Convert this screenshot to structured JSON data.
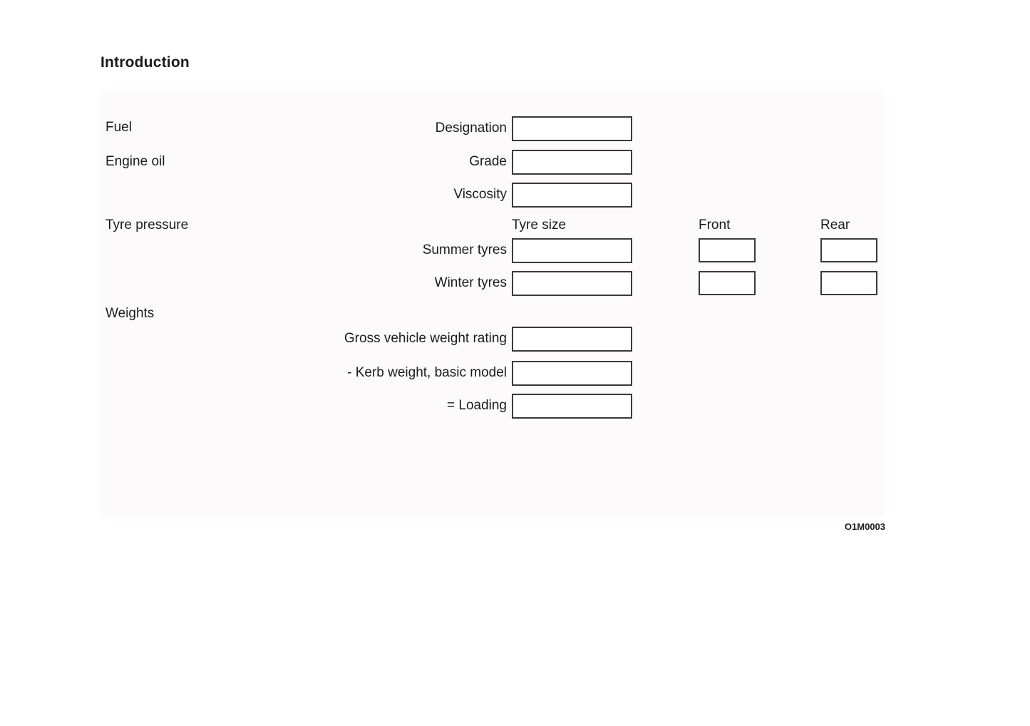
{
  "title": "Introduction",
  "figure_code": "O1M0003",
  "sections": {
    "fuel": "Fuel",
    "engine_oil": "Engine oil",
    "tyre_pressure": "Tyre pressure",
    "weights": "Weights"
  },
  "headers": {
    "tyre_size": "Tyre size",
    "front": "Front",
    "rear": "Rear"
  },
  "fields": {
    "designation": {
      "label": "Designation",
      "value": ""
    },
    "grade": {
      "label": "Grade",
      "value": ""
    },
    "viscosity": {
      "label": "Viscosity",
      "value": ""
    },
    "summer_tyres": {
      "label": "Summer tyres",
      "size_value": "",
      "front_value": "",
      "rear_value": ""
    },
    "winter_tyres": {
      "label": "Winter tyres",
      "size_value": "",
      "front_value": "",
      "rear_value": ""
    },
    "gross_vehicle_weight_rating": {
      "label": "Gross vehicle weight rating",
      "value": ""
    },
    "kerb_weight_basic_model": {
      "label": "- Kerb weight, basic model",
      "value": ""
    },
    "loading": {
      "label": "= Loading",
      "value": ""
    }
  },
  "colors": {
    "panel_background": "#fcfafb",
    "box_border": "#3a3a3a",
    "text": "#1c1c1c"
  }
}
